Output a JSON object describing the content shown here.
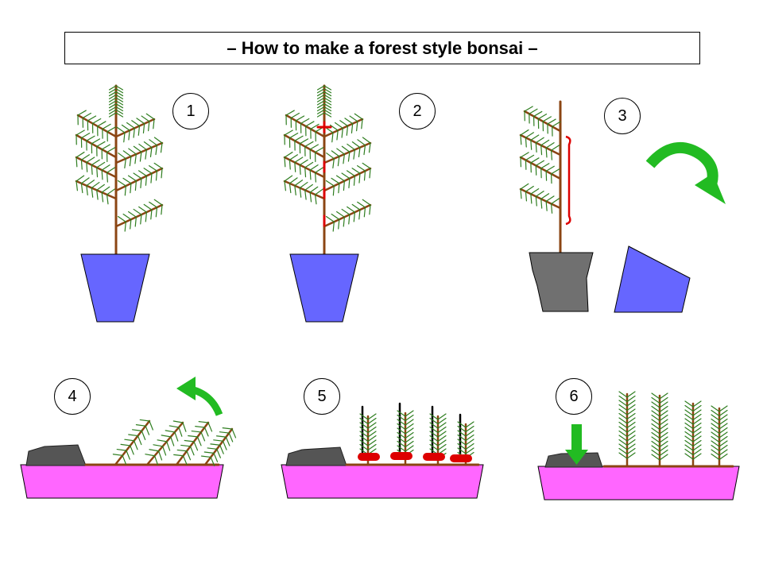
{
  "title": "– How to make a forest style bonsai –",
  "steps": [
    {
      "number": "1"
    },
    {
      "number": "2"
    },
    {
      "number": "3"
    },
    {
      "number": "4"
    },
    {
      "number": "5"
    },
    {
      "number": "6"
    }
  ],
  "colors": {
    "trunk": "#8B4513",
    "needles": "#2E7D1F",
    "pot": "#6666FF",
    "tray": "#FF66FF",
    "rock": "#555555",
    "root_ball": "#707070",
    "arrow": "#22BB22",
    "cut_mark": "#DD0000",
    "stake": "#000000"
  }
}
